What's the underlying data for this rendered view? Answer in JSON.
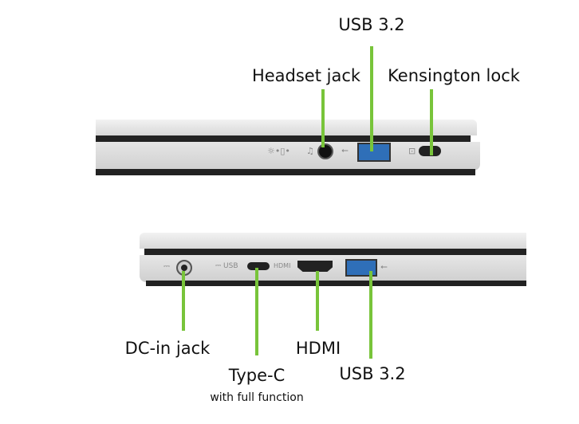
{
  "top_view": {
    "labels": {
      "usb": "USB 3.2",
      "headset": "Headset jack",
      "kensington": "Kensington lock"
    }
  },
  "bottom_view": {
    "labels": {
      "dc_in": "DC-in jack",
      "type_c": "Type-C",
      "type_c_note": "with full function",
      "hdmi": "HDMI",
      "usb": "USB 3.2"
    }
  },
  "colors": {
    "callout": "#78c43a",
    "usb_port": "#2f6fb8"
  }
}
